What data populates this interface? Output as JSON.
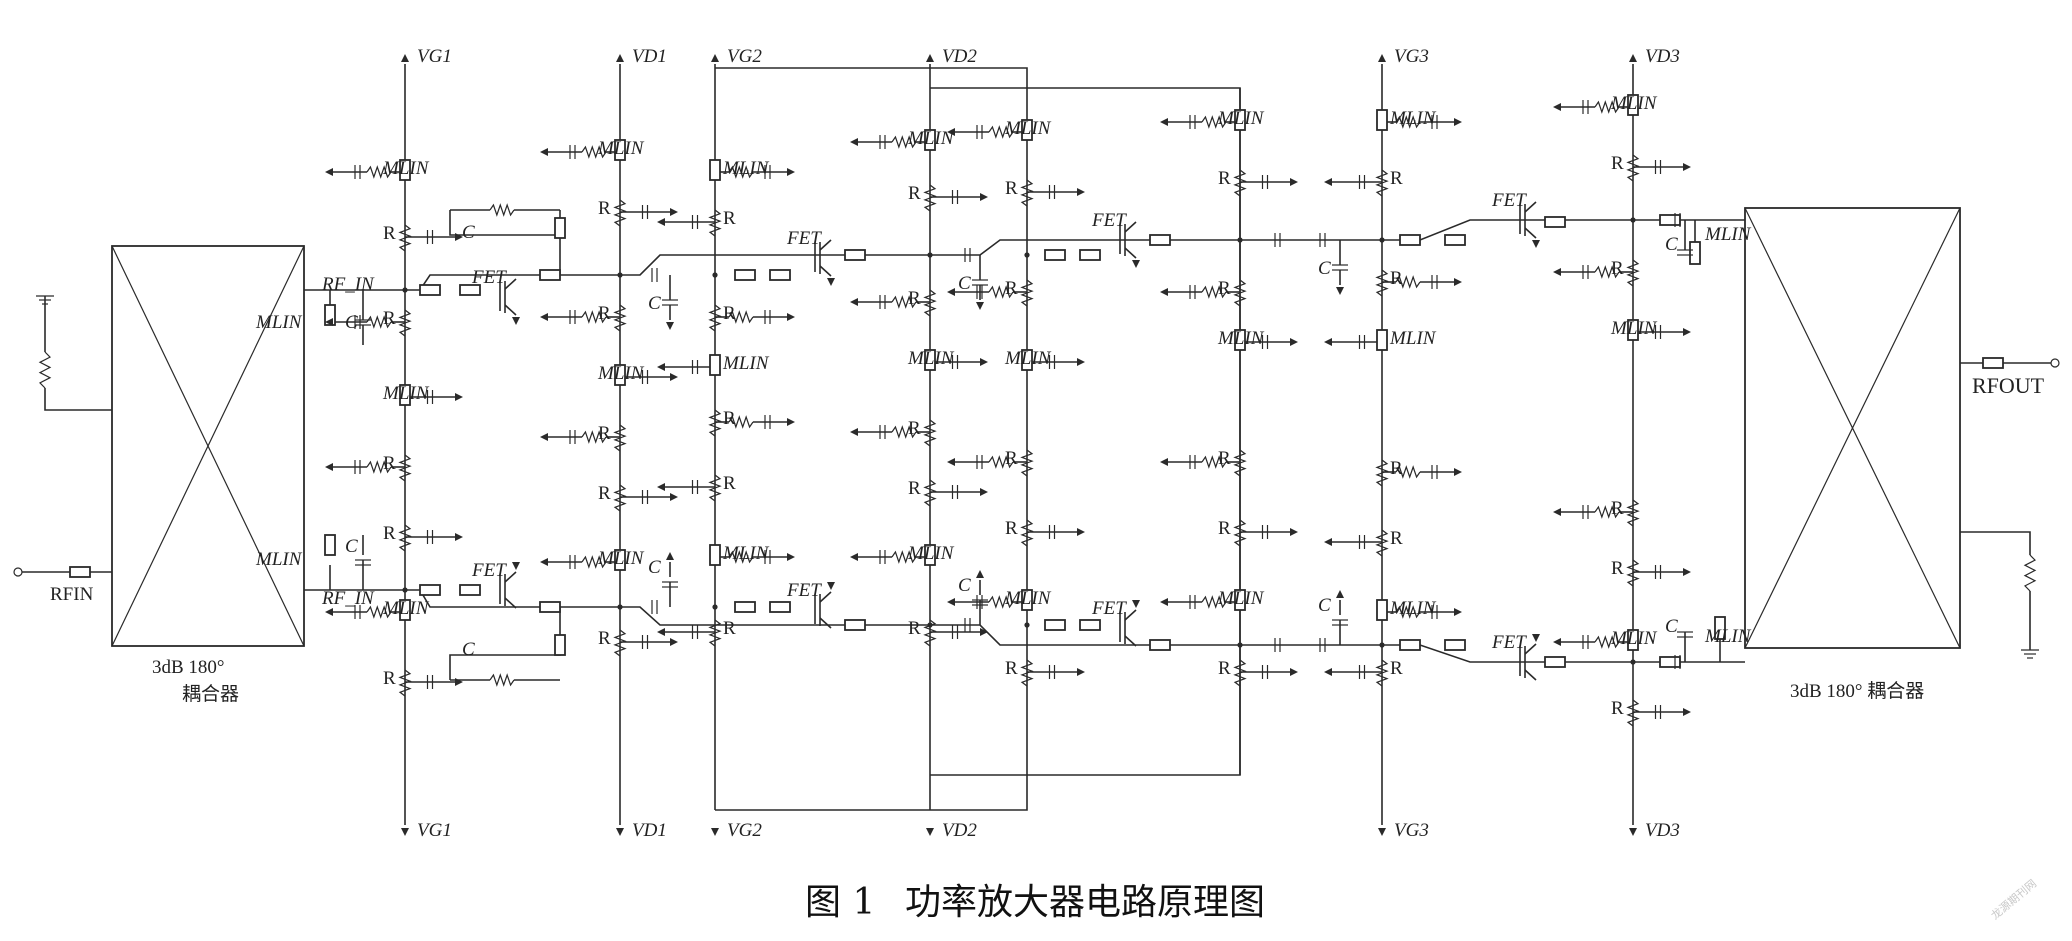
{
  "labels": {
    "supplies_top": [
      "VG1",
      "VD1",
      "VG2",
      "VD2",
      "VG3",
      "VD3"
    ],
    "supplies_bottom": [
      "VG1",
      "VD1",
      "VG2",
      "VD2",
      "VG3",
      "VD3"
    ],
    "input_port": "RFIN",
    "output_port": "RFOUT",
    "input_coupler": [
      "3dB 180°",
      "耦合器"
    ],
    "output_coupler": "3dB 180° 耦合器",
    "rf_in": "RF_IN",
    "mlin": "MLIN",
    "fet": "FET",
    "resistor": "R",
    "capacitor": "C"
  },
  "caption": {
    "number": "图 1",
    "title": "功率放大器电路原理图"
  },
  "watermark": "龙源期刊网"
}
